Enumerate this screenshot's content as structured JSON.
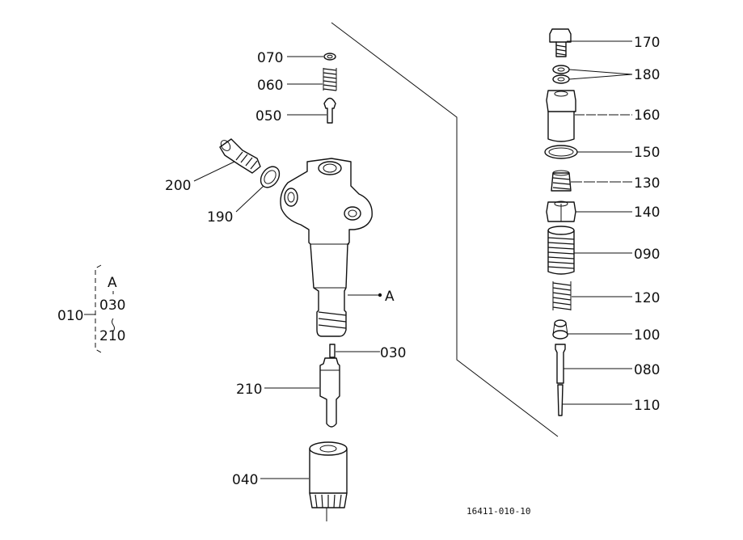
{
  "callouts": {
    "c070": "070",
    "c060": "060",
    "c050": "050",
    "c200": "200",
    "c190": "190",
    "c030": "030",
    "c210": "210",
    "c040": "040",
    "cA": "A",
    "c170": "170",
    "c180": "180",
    "c160": "160",
    "c150": "150",
    "c130": "130",
    "c140": "140",
    "c090": "090",
    "c120": "120",
    "c100": "100",
    "c080": "080",
    "c110": "110"
  },
  "assembly_legend": {
    "parent": "010",
    "line1": "A",
    "line2": "030",
    "line3": "210"
  },
  "footer_code": "16411-010-10"
}
